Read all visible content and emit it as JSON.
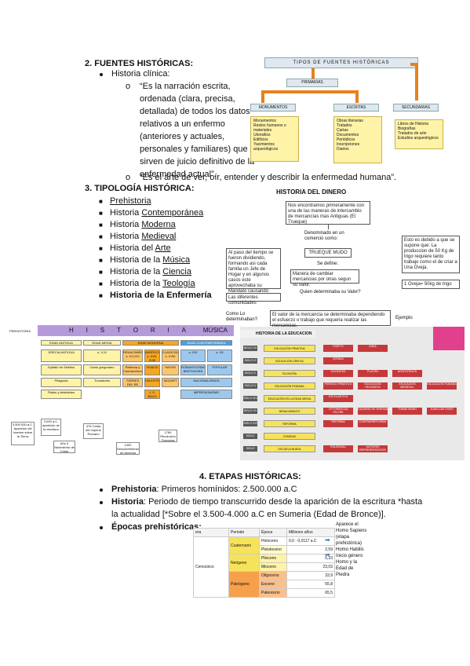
{
  "section2": {
    "heading": "2.   FUENTES HISTÓRICAS:",
    "item": "Historia clínica:",
    "quote1_lines": [
      "“Es la narración escrita,",
      "ordenada (clara, precisa,",
      "detallada) de todos los datos",
      "relativos a un enfermo",
      "(anteriores y actuales,",
      "personales y familiares) que",
      "sirven de juicio definitivo de la",
      "enfermedad actual”."
    ],
    "quote2": "“Es el arte de ver, oír, entender y describir la enfermedad humana”."
  },
  "diagram_fuentes": {
    "title": "TIPOS DE FUENTES HISTÓRICAS",
    "primarias": "PRIMARIAS",
    "secundarias": "SECUNDARIAS",
    "col1_head": "MONUMENTOS",
    "col1_items": [
      "Monumentos",
      "Restos humanos o materiales",
      "Utensilios",
      "Edificios",
      "Yacimientos arqueológicos"
    ],
    "col2_head": "ESCRITAS",
    "col2_items": [
      "Obras literarias",
      "Tratados",
      "Cartas",
      "Documentos",
      "Periódicos",
      "Inscripciones",
      "Diarios"
    ],
    "col3_items": [
      "Libros de Historia",
      "Biografías",
      "Tratados de arte",
      "Estudios arqueológicos"
    ]
  },
  "section3": {
    "heading": "3.   TIPOLOGÍA HISTÓRICA:",
    "items": [
      {
        "pre": "",
        "link": "Prehistoria",
        "bold": false
      },
      {
        "pre": "Historia ",
        "link": "Contemporánea",
        "bold": false
      },
      {
        "pre": "Historia ",
        "link": "Moderna",
        "bold": false
      },
      {
        "pre": "Historia ",
        "link": "Medieval",
        "bold": false
      },
      {
        "pre": "Historia del ",
        "link": "Arte",
        "bold": false
      },
      {
        "pre": "Historia de la ",
        "link": "Música",
        "bold": false
      },
      {
        "pre": "Historia de la ",
        "link": "Ciencia",
        "bold": false
      },
      {
        "pre": "Historia de la ",
        "link": "Teología",
        "bold": false
      },
      {
        "pre": "Historia de la Enfermería",
        "link": "",
        "bold": true
      }
    ]
  },
  "diagram_dinero": {
    "title": "HISTORIA DEL DINERO",
    "intro": "Nos encontramos primeramente con una de las maneras de intercambio de mercancías mas Antiguas (El Trueque)",
    "denominado": "Denominado en un comercio como:",
    "trueque": "TRUEQUE MUDO",
    "se_define": "Se define:",
    "manera": "Manera de cambiar mercancias por otras segun su valor.",
    "quien": "Quien determinaba su Valor?",
    "paso": "Al paso del tiempo se fueron dividiendo, formando asi cada familia un Jefe de Hogar y en algunos casos este aprovechaba su Mandato causando Pobreza",
    "comunidades": "Las diferentes comunidades",
    "como": "Como Lo determinaban?",
    "valor": "El valor de la mercancia se determinaba dependiendo el esfuerzo o trabajo que requeria realizar las mercancias.",
    "ejemplo": "Ejemplo",
    "esto": "Esto es debido a que se supone que: La produccion de 50 Kg de trigo requiere tanto trabajo como el de criar a Una Oveja.",
    "oveja": "1 Oveja= 50kg de trigo"
  },
  "timeline": {
    "prehistoria": "PREHISTORIA",
    "letters": [
      "H",
      "I",
      "S",
      "T",
      "O",
      "R",
      "I",
      "A"
    ],
    "musica": "MÚSICA",
    "eras": [
      "EDAD ANTIGUA",
      "EDAD MEDIA",
      "EDAD MODERNA",
      "EDAD CONTEMPORÁNEA"
    ],
    "row1": [
      "GRECIA ANTIGUA",
      "s. V-XI",
      "RENACIMIENTO s. XV-XVI",
      "BARROCO s. XVII-XVIII",
      "CLASICISMO s. XVIII",
      "s. XIX",
      "s. XX"
    ],
    "row2": [
      "Epitafio de Seikilos",
      "Canto gregoriano",
      "Reforma y Contrarreforma",
      "VIVALDI",
      "HAYDN",
      "ROMANTICISMO BEETHOVEN",
      "POPULAR"
    ],
    "row3": [
      "Pitágoras",
      "Trovadores",
      "TORRES DEL RE VICTORIA",
      "PALESTRINA",
      "MOZART",
      "NACIONALISMOS"
    ],
    "row4": [
      "Platón y Aristóteles",
      "",
      "",
      "J. S. BACH",
      "",
      "IMPRESIONISMO"
    ],
    "bottom": [
      "3.500.000 a.C. Aparición del hombre sobre la Tierra",
      "3.000 a.C. aparición de la escritura",
      "Año 0 Nacimiento de Cristo",
      "476 Caída del Imperio Romano",
      "1492 Descubrimiento de América",
      "1789 Revolución Francesa"
    ]
  },
  "diagram_educacion": {
    "title": "HISTORIA DE LA EDUCACION",
    "rows": [
      {
        "siglo": "SIGLO XX",
        "main": "EDUCACIÓN PRIMITIVA",
        "extras": [
          "EGIPTO",
          "INDIA"
        ]
      },
      {
        "siglo": "SIGLO VI",
        "main": "EDUCACIÓN GRIEGA",
        "extras": [
          "ATENAS"
        ]
      },
      {
        "siglo": "SIGLO V",
        "main": "FILOSOFÍA",
        "extras": [
          "SÓCRATES",
          "PLATÓN",
          "ARISTÓTELES"
        ]
      },
      {
        "siglo": "SIGLO IV",
        "main": "EDUCACIÓN ROMANA",
        "extras": [
          "PERIODO PRIMITIVO",
          "EDUCACIÓN HELENISTA",
          "EDUCACIÓN MEDIEVAL",
          "EDUCACIÓN ROMANA"
        ]
      },
      {
        "siglo": "SIGLO XIV",
        "main": "EDUCACIÓN EN LA EDAD MEDIA",
        "extras": [
          "ESCOLÁSTICA"
        ]
      },
      {
        "siglo": "SIGLO XV",
        "main": "RENACIMIENTO",
        "extras": [
          "VITTORINO DA FELTRE",
          "GUARINO DE VERONA",
          "TOMÁS MORO",
          "JUAN LUIS VIVES"
        ]
      },
      {
        "siglo": "SIGLO XVI",
        "main": "REFORMA",
        "extras": [
          "REFORMA",
          "CONTRARREFORMA"
        ]
      },
      {
        "siglo": "SIGLO XVII",
        "main": "COMENIO",
        "extras": []
      },
      {
        "siglo": "SIGLO XVIII",
        "main": "ESCUELA NUEVA",
        "extras": [
          "ROUSSEAU",
          "AUTORES REPRESENTATIVOS"
        ]
      }
    ]
  },
  "section4": {
    "heading": "4.   ETAPAS HISTÓRICAS:",
    "b1_label": "Prehistoria",
    "b1_text": ": Primeros homínidos: 2.500.000 a.C",
    "b2_label": "Historia",
    "b2_text": ": Periodo de tiempo transcurrido desde la aparición de la escritura *hasta",
    "b2_line2": "la actualidad [*Sobre el 3.500-4.000 a.C en Sumeria (Edad de Bronce)].",
    "b3_label": "Épocas prehistóricas:"
  },
  "epochs": {
    "headers": [
      "era",
      "Periodo",
      "Época",
      "Millones años"
    ],
    "era": "Cenozoico",
    "periodos": [
      "Cuaternario",
      "Neógeno",
      "Paleógeno"
    ],
    "epocas": [
      "Holoceno",
      "Pleistoceno",
      "Plioceno",
      "Mioceno",
      "Oligoceno",
      "Eoceno",
      "Paleoceno"
    ],
    "millones": [
      "0,0 - 0,0117 a.C",
      "2,59",
      "5,33",
      "23,03",
      "33,9",
      "55,8",
      "65,5"
    ],
    "note_lines": [
      "Aparece el",
      "Homo Sapiens",
      "(etapa",
      "prehistórica)",
      "Homo Habilis",
      "Inicio género",
      "Homo y la",
      "Edad de",
      "Piedra"
    ]
  },
  "colors": {
    "orange": "#e8811c",
    "yellow": "#fff3a8",
    "blue_box": "#dfe7ef",
    "purple_band": "#b59ad9",
    "edu_bg": "#e9e9e9",
    "edu_red": "#c6393a",
    "pink": "#e0408c"
  }
}
